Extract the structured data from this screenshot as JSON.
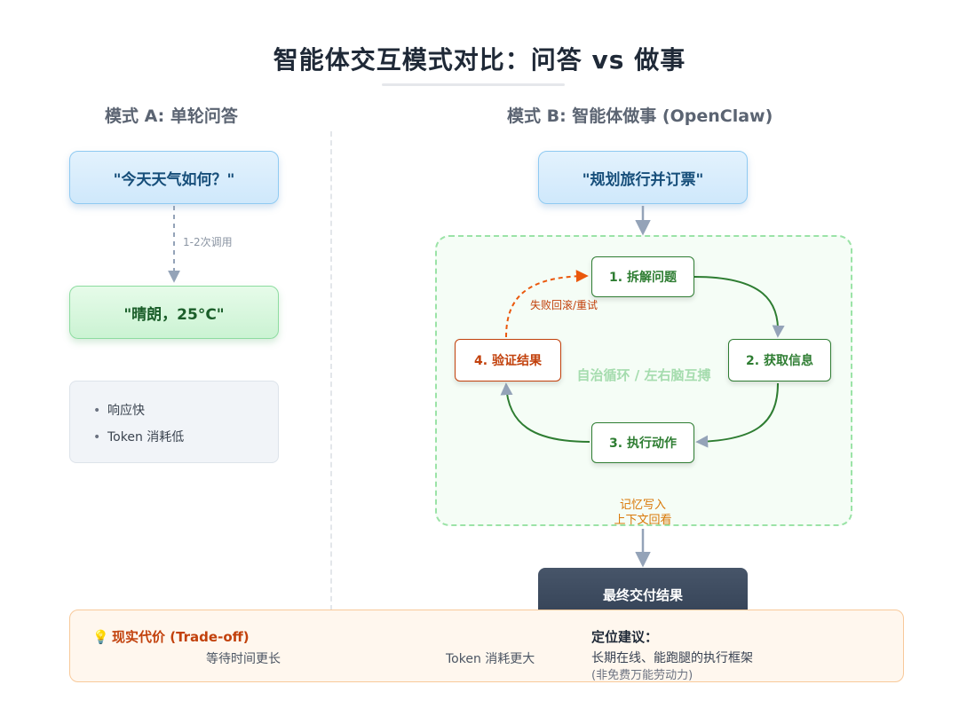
{
  "title": "智能体交互模式对比：问答 vs 做事",
  "mode_a": {
    "heading": "模式 A: 单轮问答",
    "question": "\"今天天气如何？\"",
    "call_label": "1-2次调用",
    "answer": "\"晴朗，25°C\"",
    "pros": [
      "响应快",
      "Token 消耗低"
    ]
  },
  "mode_b": {
    "heading": "模式 B: 智能体做事 (OpenClaw)",
    "task": "\"规划旅行并订票\"",
    "steps": [
      "1. 拆解问题",
      "2. 获取信息",
      "3. 执行动作",
      "4. 验证结果"
    ],
    "loop_label": "自治循环 / 左右脑互搏",
    "retry_label": "失败回滚/重试",
    "memory_label": [
      "记忆写入",
      "上下文回看"
    ],
    "final": "最终交付结果"
  },
  "tradeoff": {
    "title": "现实代价 (Trade-off)",
    "costs": [
      "等待时间更长",
      "Token 消耗更大"
    ],
    "advice_title": "定位建议：",
    "advice_lines": [
      "长期在线、能跑腿的执行框架",
      "(非免费万能劳动力)"
    ]
  },
  "icons": {
    "bulb": "lightbulb-icon"
  },
  "colors": {
    "loop_green": "#2e7d32",
    "retry_orange": "#ea580c",
    "arrow_gray": "#94a3b8",
    "cost_line": "#c2410c"
  }
}
